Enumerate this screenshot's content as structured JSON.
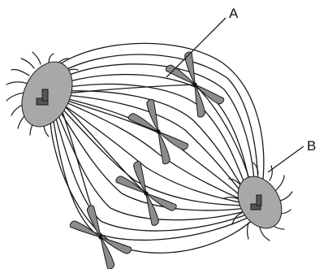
{
  "diagram": {
    "labels": {
      "a": "A",
      "b": "B"
    },
    "colors": {
      "line": "#1a1a1a",
      "chromosome_fill": "#8c8c8c",
      "centrosome_fill": "#a8a8a8",
      "centriole_fill": "#555555",
      "background": "#ffffff"
    },
    "chromosome_count": 4
  }
}
